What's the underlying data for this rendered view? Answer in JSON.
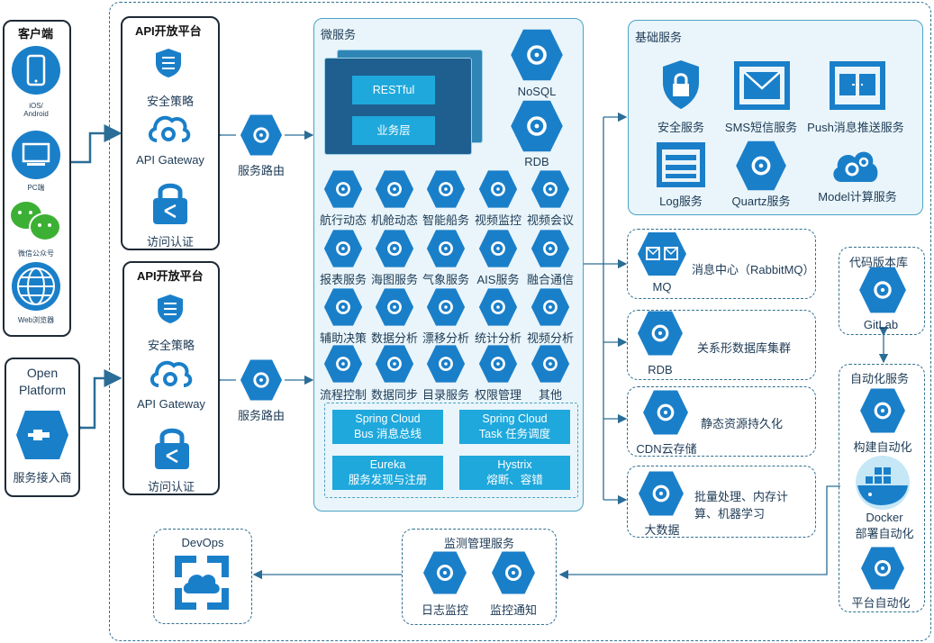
{
  "client": {
    "title": "客户端",
    "ios": "iOS/\nAndroid",
    "pc": "PC端",
    "wechat": "微信公众号",
    "web": "Web浏览器"
  },
  "open_platform": {
    "title": "Open\nPlatform",
    "provider": "服务接入商"
  },
  "api_top": {
    "title": "API开放平台",
    "security": "安全策略",
    "gateway": "API Gateway",
    "auth": "访问认证"
  },
  "api_bottom": {
    "title": "API开放平台",
    "security": "安全策略",
    "gateway": "API Gateway",
    "auth": "访问认证"
  },
  "router_top": "服务路由",
  "router_bottom": "服务路由",
  "micro": {
    "title": "微服务",
    "restful": "RESTful",
    "business": "业务层",
    "nosql": "NoSQL",
    "rdb": "RDB",
    "services": [
      "航行动态",
      "机舱动态",
      "智能船务",
      "视频监控",
      "视频会议",
      "报表服务",
      "海图服务",
      "气象服务",
      "AIS服务",
      "融合通信",
      "辅助决策",
      "数据分析",
      "漂移分析",
      "统计分析",
      "视频分析",
      "流程控制",
      "数据同步",
      "目录服务",
      "权限管理",
      "其他"
    ],
    "spring_bus": "Spring Cloud\nBus 消息总线",
    "spring_task": "Spring Cloud\nTask 任务调度",
    "eureka": "Eureka\n服务发现与注册",
    "hystrix": "Hystrix\n熔断、容错"
  },
  "basic": {
    "title": "基础服务",
    "security": "安全服务",
    "sms": "SMS短信服务",
    "push": "Push消息推送服务",
    "log": "Log服务",
    "quartz": "Quartz服务",
    "model": "Model计算服务"
  },
  "mq": {
    "name": "MQ",
    "desc": "消息中心（RabbitMQ）"
  },
  "rdb_cluster": {
    "name": "RDB",
    "desc": "关系形数据库集群"
  },
  "cdn": {
    "name": "CDN云存储",
    "desc": "静态资源持久化"
  },
  "bigdata": {
    "name": "大数据",
    "desc": "批量处理、内存计\n算、机器学习"
  },
  "repo": {
    "title": "代码版本库",
    "gitlab": "GitLab"
  },
  "automation": {
    "title": "自动化服务",
    "build": "构建自动化",
    "docker": "Docker\n部署自动化",
    "platform": "平台自动化"
  },
  "devops": {
    "title": "DevOps"
  },
  "monitor": {
    "title": "监测管理服务",
    "log": "日志监控",
    "notify": "监控通知"
  },
  "colors": {
    "hex": "#1a7fc9",
    "cyan": "#1ea8dc",
    "navy": "#1e5f8f",
    "panel": "#e9f5fa"
  }
}
